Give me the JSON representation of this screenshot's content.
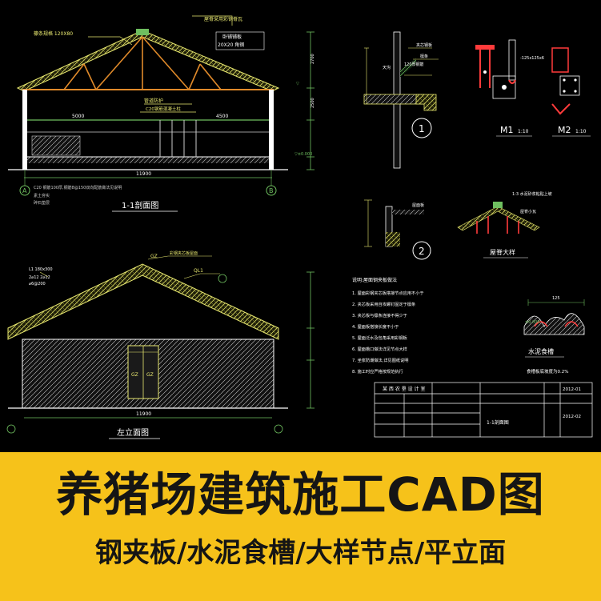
{
  "drawing": {
    "section_title": "1-1剖面图",
    "elevation_title": "左立面图",
    "ridge_detail_title": "屋脊大样",
    "trough_title": "水泥食槽",
    "trough_note": "食槽板底坡度为0.2%",
    "m1_label": "M1",
    "m1_scale": "1:10",
    "m2_label": "M2",
    "m2_scale": "1:10",
    "detail1_marker": "1",
    "detail2_marker": "2",
    "axis_a": "A",
    "axis_b": "B",
    "dim_span_section": "11900",
    "dim_span_elevation": "11900",
    "dim_left_half": "5000",
    "dim_right_half": "4500",
    "dim_dn": "120厚钢筋",
    "note_ridge_label": "脊瓦",
    "note_purlin": "檩条规格 120X80",
    "note_tie": "卧铺铺板",
    "notes_heading": "说明:屋面钢夹板做法",
    "notes": [
      "1. 屋面彩钢夹芯板搭接节点应用不小于",
      "2. 夹芯板采用自攻螺钉固定于檩条",
      "3. 夹芯板与檩条连接不得少于",
      "4. 屋面板搭接长度不小于",
      "5. 屋面泛水及包角采用彩钢板",
      "6. 屋面檐口做法详见节点大样",
      "7. 坐浆防潮做法,详见图纸说明",
      "8. 施工时应严格按规范执行"
    ],
    "elev_label_gz": "GZ",
    "elev_label_ql": "QL1",
    "elev_label_l1": "L1 180x300",
    "title_block_header": "某 西 农 垦 设 计 室",
    "title_block_drawing": "1-1剖面图",
    "title_block_date": "2012-02",
    "title_block_id": "2012-01"
  },
  "banner": {
    "title": "养猪场建筑施工CAD图",
    "subtitle": "钢夹板/水泥食槽/大样节点/平立面"
  }
}
